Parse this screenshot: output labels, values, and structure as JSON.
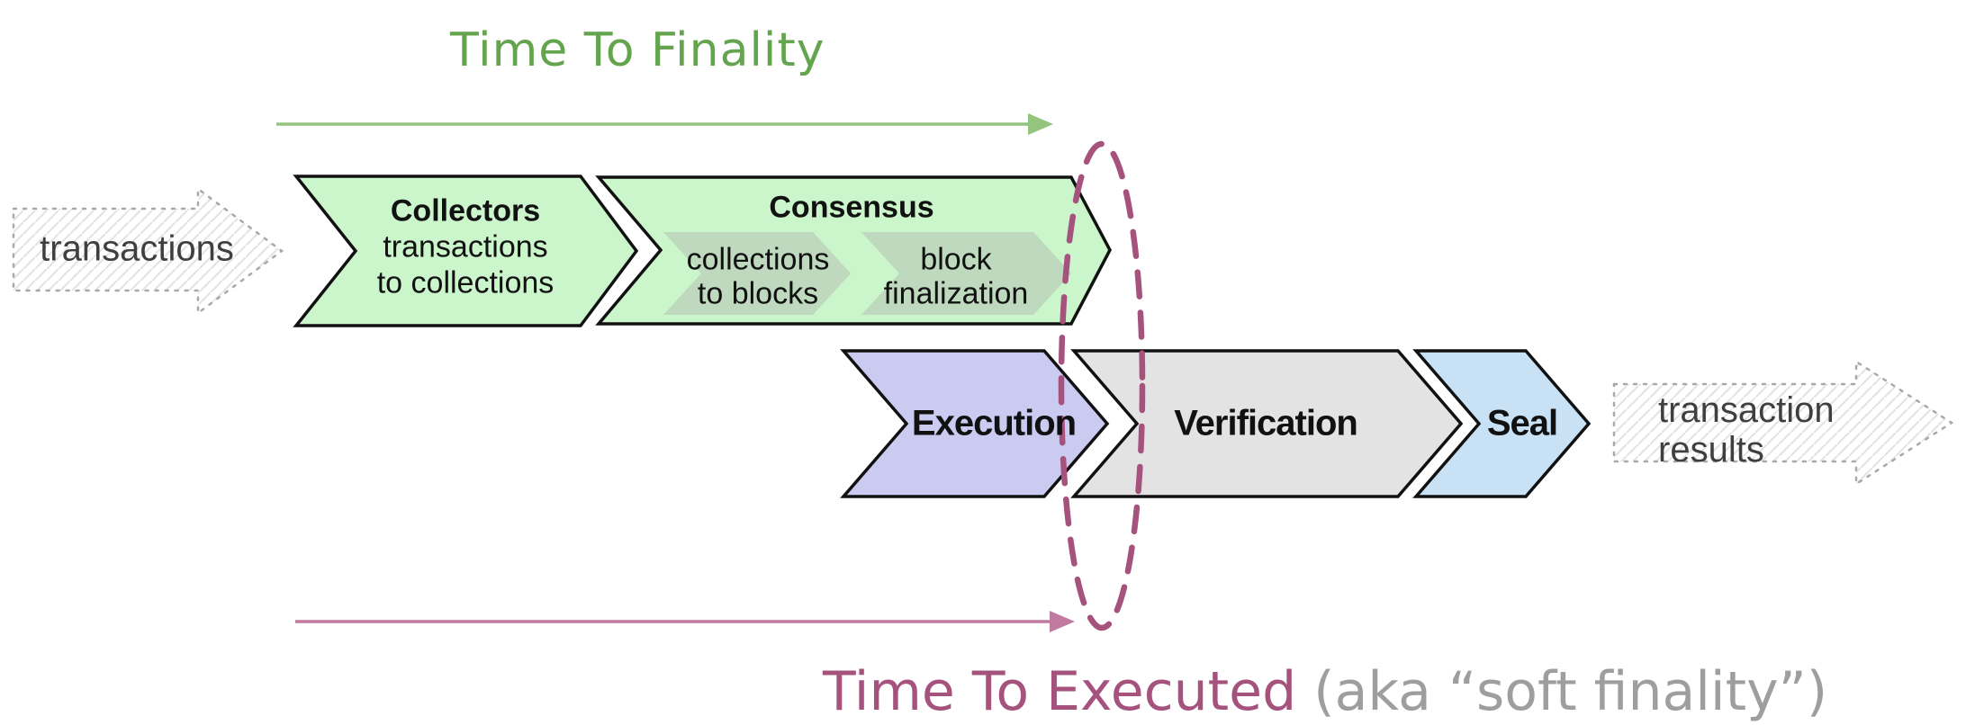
{
  "title": {
    "text": "Time To Finality",
    "color": "#65a44e"
  },
  "subtitle": {
    "highlight": "Time To Executed",
    "rest": " (aka “soft finality”)",
    "highlight_color": "#a5527d",
    "rest_color": "#9e9e9e"
  },
  "arrows": {
    "finality": {
      "color": "#94c47d"
    },
    "executed": {
      "color": "#c17ba1"
    }
  },
  "ellipse": {
    "color": "#a5527d"
  },
  "input_arrow": {
    "label": "transactions"
  },
  "output_arrow": {
    "label_line1": "transaction",
    "label_line2": "results"
  },
  "stages": {
    "collectors": {
      "title": "Collectors",
      "line2": "transactions",
      "line3": "to collections",
      "fill": "#cbf5ca"
    },
    "consensus": {
      "title": "Consensus",
      "fill": "#cbf5ca",
      "sub_fill": "#bed9bd",
      "sub1_line1": "collections",
      "sub1_line2": "to blocks",
      "sub2_line1": "block",
      "sub2_line2": "finalization"
    },
    "execution": {
      "title": "Execution",
      "fill": "#cbcbf2"
    },
    "verification": {
      "title": "Verification",
      "fill": "#e3e3e3"
    },
    "seal": {
      "title": "Seal",
      "fill": "#c9e1f5"
    }
  }
}
